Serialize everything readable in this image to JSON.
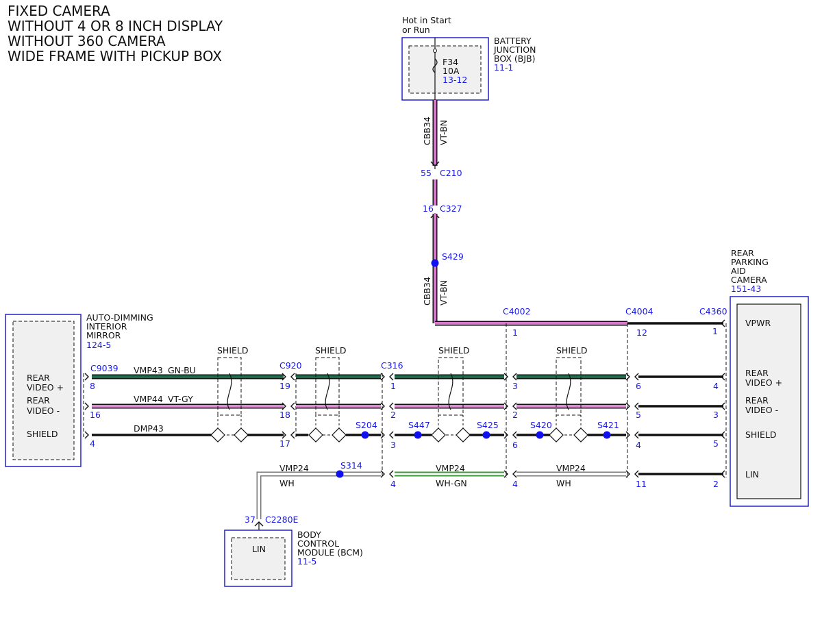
{
  "title_lines": [
    "FIXED CAMERA",
    "WITHOUT 4 OR 8 INCH DISPLAY",
    "WITHOUT 360 CAMERA",
    "WIDE FRAME WITH PICKUP BOX"
  ],
  "colors": {
    "component_border": "#2222cc",
    "ref_text": "#1a1ae6",
    "splice": "#1010ee",
    "wire_black": "#111111",
    "wire_vt_bn": "#d977cc",
    "wire_gn_bu": "#1f6a4a",
    "wire_vt_gy": "#d98fd0",
    "wire_wh": "#ffffff",
    "wire_wh_gn": "#3a9a3a"
  },
  "bjb": {
    "header": [
      "Hot in Start",
      "or Run"
    ],
    "name": [
      "BATTERY",
      "JUNCTION",
      "BOX (BJB)"
    ],
    "ref": "11-1",
    "fuse_name": "F34",
    "fuse_amp": "10A",
    "fuse_ref": "13-12"
  },
  "feed": {
    "circuit": "CBB34",
    "color": "VT-BN",
    "c210_pin": "55",
    "c210": "C210",
    "c327_pin": "16",
    "c327": "C327",
    "splice": "S429"
  },
  "mirror": {
    "name": [
      "AUTO-DIMMING",
      "INTERIOR",
      "MIRROR"
    ],
    "ref": "124-5",
    "pins": [
      "REAR",
      "VIDEO +",
      "REAR",
      "VIDEO -",
      "SHIELD"
    ]
  },
  "camera": {
    "name": [
      "REAR",
      "PARKING",
      "AID",
      "CAMERA"
    ],
    "ref": "151-43",
    "pins": [
      "VPWR",
      "REAR",
      "VIDEO +",
      "REAR",
      "VIDEO -",
      "SHIELD",
      "LIN"
    ]
  },
  "bcm": {
    "name": [
      "BODY",
      "CONTROL",
      "MODULE (BCM)"
    ],
    "ref": "11-5",
    "pin": "LIN",
    "pin_num": "37",
    "connector": "C2280E"
  },
  "connectors": {
    "c9039": "C9039",
    "c920": "C920",
    "c316": "C316",
    "c4002": "C4002",
    "c4004": "C4004",
    "c4360": "C4360"
  },
  "shield_label": "SHIELD",
  "wires": {
    "vmp43": "VMP43",
    "gn_bu": "GN-BU",
    "vmp44": "VMP44",
    "vt_gy": "VT-GY",
    "dmp43": "DMP43",
    "vmp24": "VMP24",
    "wh": "WH",
    "wh_gn": "WH-GN"
  },
  "splices": {
    "s204": "S204",
    "s447": "S447",
    "s425": "S425",
    "s420": "S420",
    "s421": "S421",
    "s314": "S314"
  },
  "pins": {
    "c9039": [
      "8",
      "16",
      "4"
    ],
    "c920": [
      "19",
      "18",
      "17"
    ],
    "c316": [
      "1",
      "2",
      "3",
      "4"
    ],
    "c4002": [
      "1",
      "3",
      "2",
      "6",
      "4"
    ],
    "c4004": [
      "12",
      "6",
      "5",
      "4",
      "11"
    ],
    "c4360": [
      "1",
      "4",
      "3",
      "5",
      "2"
    ]
  }
}
